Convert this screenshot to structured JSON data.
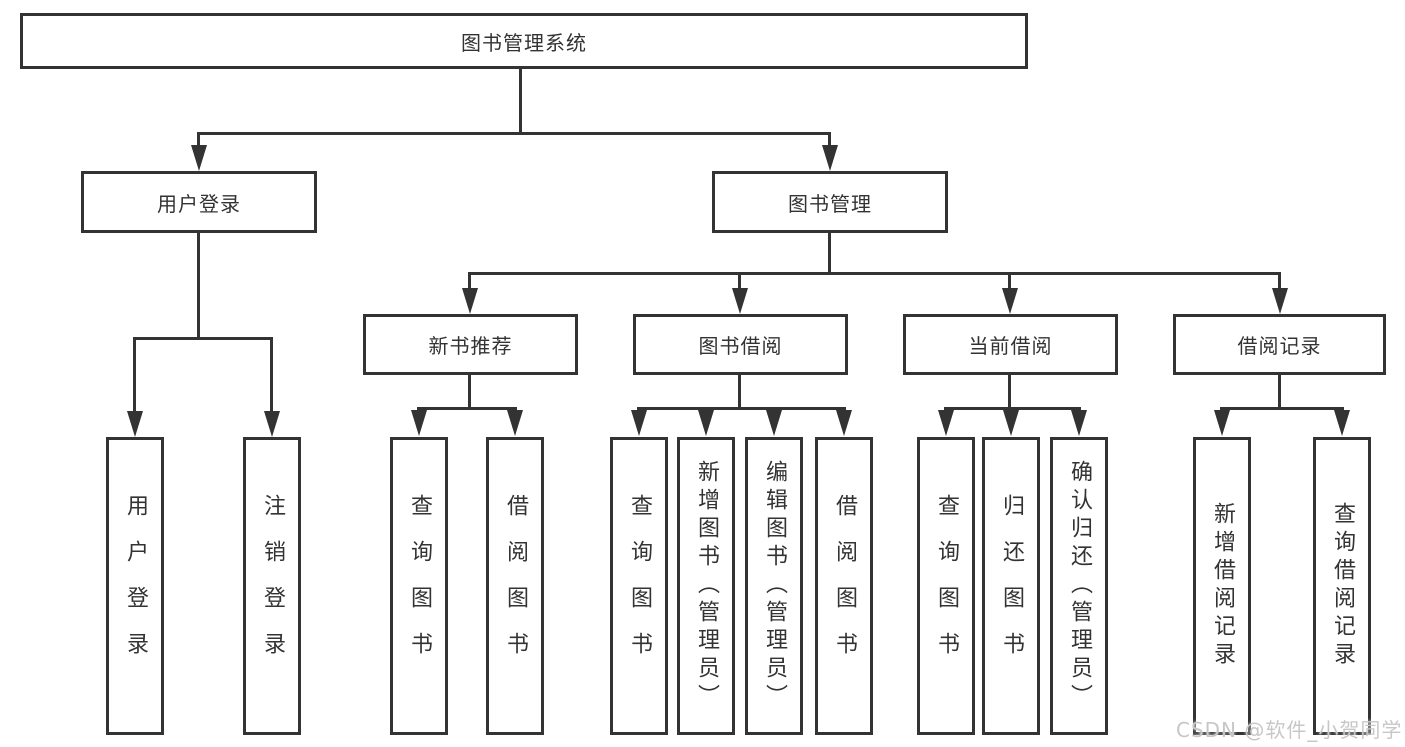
{
  "diagram": {
    "root": {
      "label": "图书管理系统"
    },
    "level1": {
      "user_login": {
        "label": "用户登录"
      },
      "book_management": {
        "label": "图书管理"
      }
    },
    "level2": {
      "new_book_recommend": {
        "label": "新书推荐"
      },
      "book_borrowing": {
        "label": "图书借阅"
      },
      "current_borrowing": {
        "label": "当前借阅"
      },
      "borrowing_records": {
        "label": "借阅记录"
      }
    },
    "leaves": {
      "user_login_children": [
        "用户登录",
        "注销登录"
      ],
      "new_book_children": [
        "查询图书",
        "借阅图书"
      ],
      "borrowing_children": [
        "查询图书",
        "新增图书（管理员）",
        "编辑图书（管理员）",
        "借阅图书"
      ],
      "current_children": [
        "查询图书",
        "归还图书",
        "确认归还（管理员）"
      ],
      "records_children": [
        "新增借阅记录",
        "查询借阅记录"
      ]
    },
    "watermark": "CSDN @软件_小贺同学",
    "colors": {
      "line": "#333333",
      "text": "#333333",
      "background": "#ffffff",
      "watermark": "#c7c7c7"
    }
  }
}
